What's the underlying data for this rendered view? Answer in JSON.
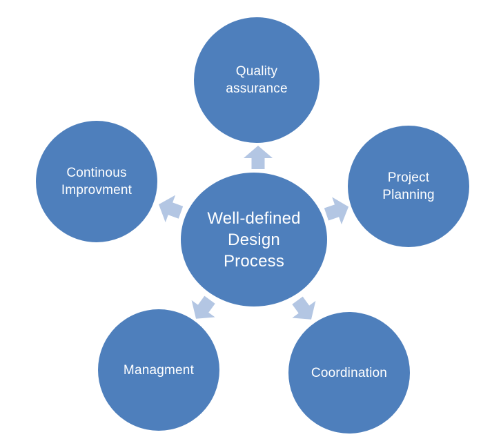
{
  "diagram": {
    "title": "Well-defined Design Process radial diagram",
    "center": {
      "label": "Well-defined Design Process"
    },
    "nodes": [
      {
        "id": "quality-assurance",
        "label": "Quality assurance"
      },
      {
        "id": "project-planning",
        "label": "Project Planning"
      },
      {
        "id": "coordination",
        "label": "Coordination"
      },
      {
        "id": "managment",
        "label": "Managment"
      },
      {
        "id": "continous-improvment",
        "label": "Continous Improvment"
      }
    ],
    "arrows": [
      {
        "from": "center",
        "to": "quality-assurance"
      },
      {
        "from": "center",
        "to": "project-planning"
      },
      {
        "from": "center",
        "to": "coordination"
      },
      {
        "from": "center",
        "to": "managment"
      },
      {
        "from": "center",
        "to": "continous-improvment"
      }
    ],
    "colors": {
      "node_fill": "#4e7fbc",
      "arrow_fill": "#b3c6e3",
      "text": "#ffffff",
      "background": "#ffffff"
    }
  }
}
